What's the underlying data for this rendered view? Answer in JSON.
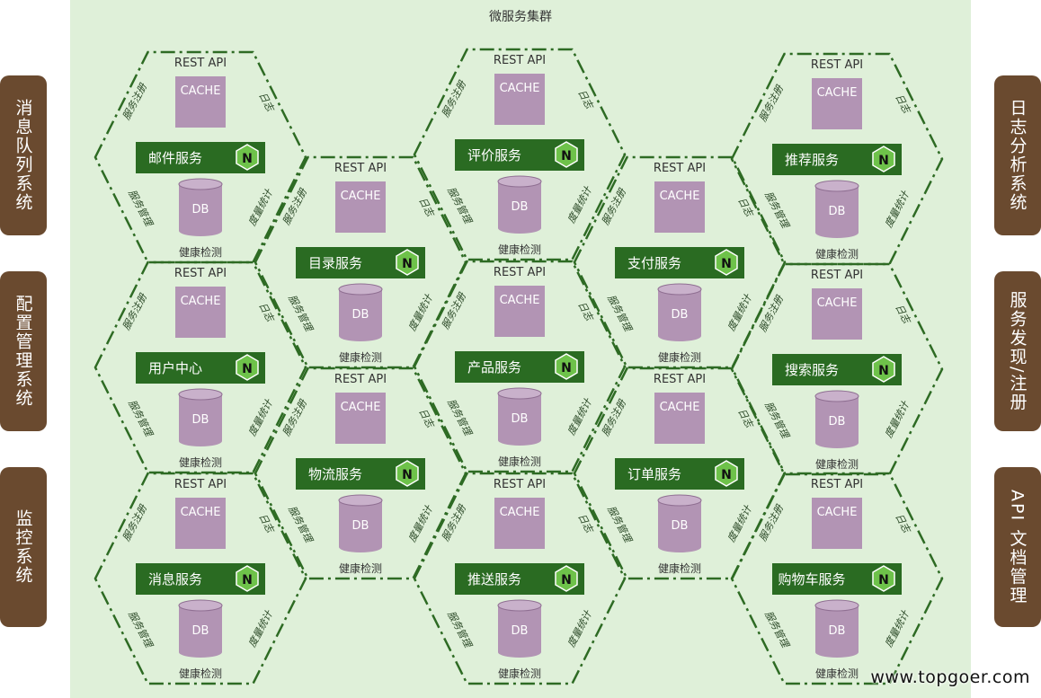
{
  "cluster_title": "微服务集群",
  "side_left": [
    "消息队列系统",
    "配置管理系统",
    "监控系统"
  ],
  "side_right": [
    "日志分析系统",
    "服务发现/注册",
    "API 文档管理"
  ],
  "labels": {
    "rest_api": "REST API",
    "cache": "CACHE",
    "db": "DB",
    "health": "健康检测",
    "reg": "服务注册",
    "log": "日志",
    "mgmt": "服务管理",
    "stats": "度量统计",
    "n": "N"
  },
  "services": [
    {
      "name": "邮件服务"
    },
    {
      "name": "评价服务"
    },
    {
      "name": "推荐服务"
    },
    {
      "name": "目录服务"
    },
    {
      "name": "支付服务"
    },
    {
      "name": "用户中心"
    },
    {
      "name": "产品服务"
    },
    {
      "name": "搜索服务"
    },
    {
      "name": "物流服务"
    },
    {
      "name": "订单服务"
    },
    {
      "name": "消息服务"
    },
    {
      "name": "推送服务"
    },
    {
      "name": "购物车服务"
    }
  ],
  "colors": {
    "hex_border": "#2e6b24",
    "service_bar": "#2a6b22",
    "n_badge": "#6ec24a",
    "cache_box": "#b294b4",
    "db": "#b294b4",
    "side_box": "#6a4a2f",
    "cluster_bg": "#dff0d9"
  },
  "watermark": "www.topgoer.com"
}
